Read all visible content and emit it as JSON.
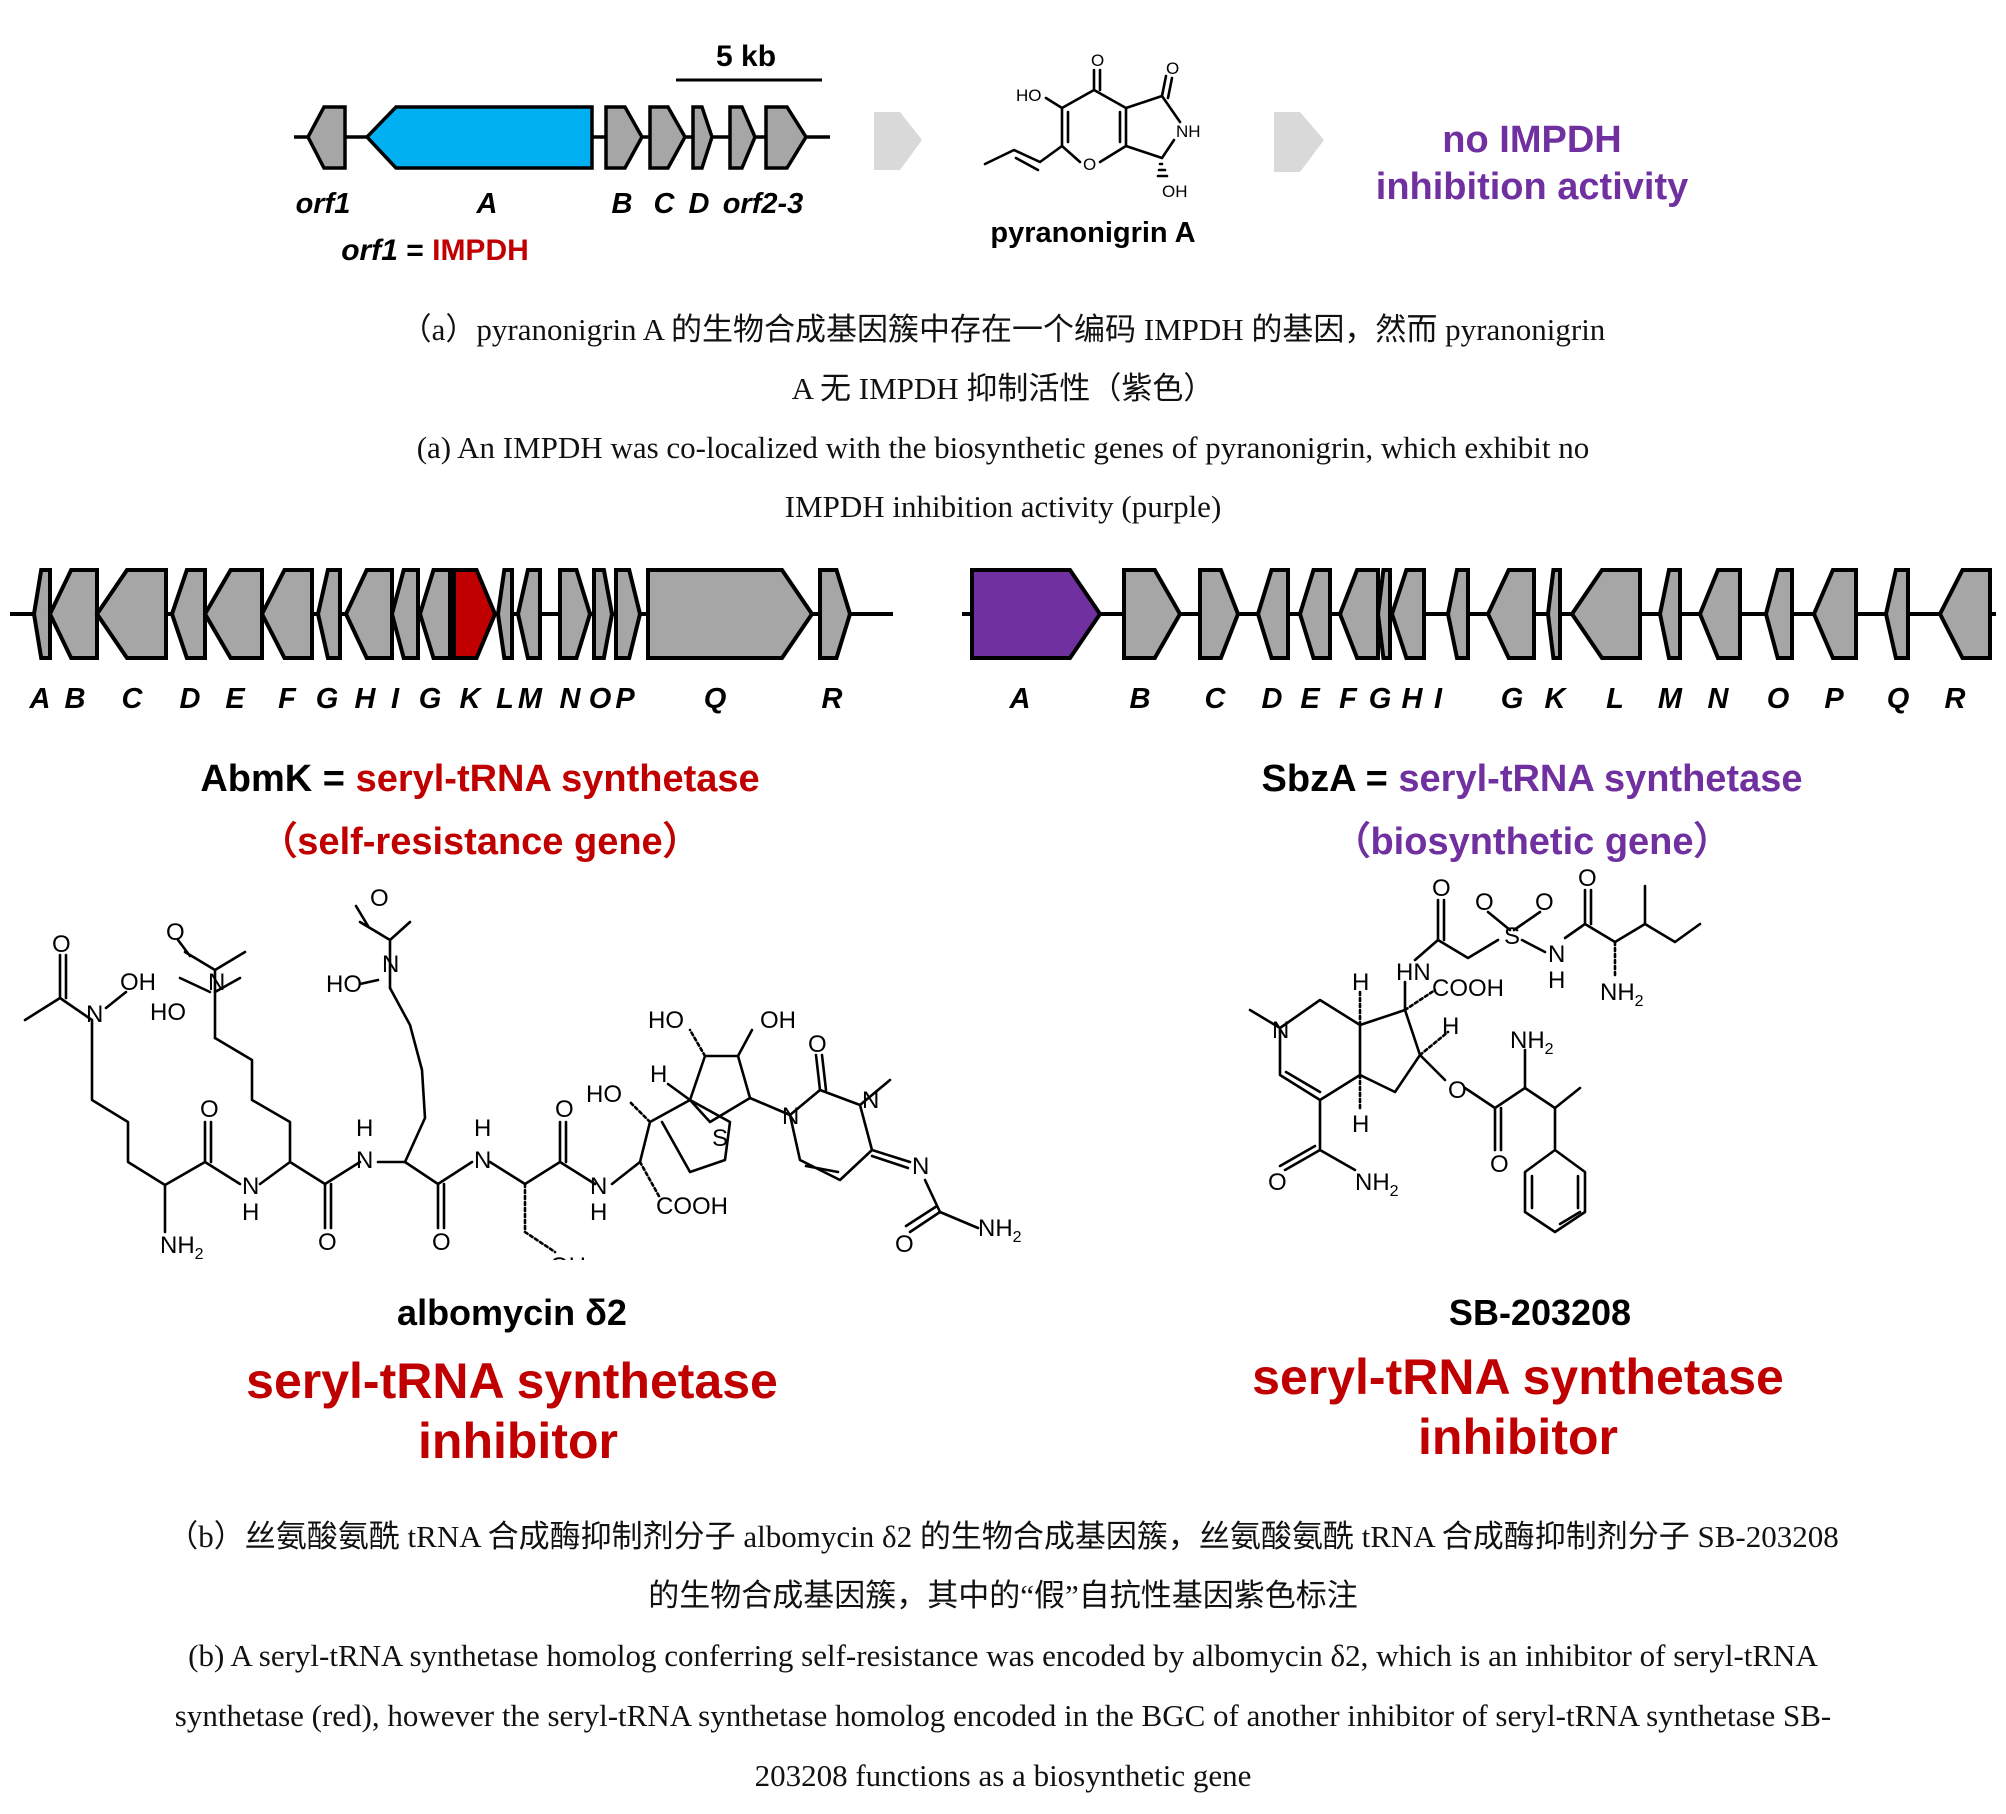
{
  "colors": {
    "self_resistance_red": "#C00000",
    "biosynthetic_purple": "#7030A0",
    "impdh_blue": "#00B0F0",
    "gene_gray": "#A6A6A6",
    "process_arrow_gray": "#D9D9D9"
  },
  "panel_a": {
    "scale_bar_label": "5 kb",
    "genes": [
      {
        "label": "orf1",
        "color": "impdh_blue_none"
      },
      {
        "label": "A"
      },
      {
        "label": "B"
      },
      {
        "label": "C"
      },
      {
        "label": "D"
      },
      {
        "label": "orf2-3"
      }
    ],
    "gene_note_prefix": "orf1",
    "gene_note_equals": " = ",
    "gene_note_value": "IMPDH",
    "compound_name": "pyranonigrin A",
    "compound_atoms": [
      "HO",
      "O",
      "O",
      "NH",
      "O",
      "OH"
    ],
    "result_line1": "no IMPDH",
    "result_line2": "inhibition activity",
    "caption_cn_line1": "（a）pyranonigrin A 的生物合成基因簇中存在一个编码 IMPDH 的基因，然而 pyranonigrin",
    "caption_cn_line2": "A 无 IMPDH 抑制活性（紫色）",
    "caption_en_line1": "(a) An IMPDH was co-localized with the biosynthetic genes of pyranonigrin, which exhibit no",
    "caption_en_line2": "IMPDH inhibition activity (purple)"
  },
  "panel_b_left": {
    "gene_labels": [
      "A",
      "B",
      "C",
      "D",
      "E",
      "F",
      "G",
      "H",
      "I",
      "G",
      "K",
      "L",
      "M",
      "N",
      "O",
      "P",
      "Q",
      "R"
    ],
    "highlight_gene": "K",
    "gene_name": "AbmK",
    "equals": " = ",
    "function": "seryl-tRNA synthetase",
    "role": "（self-resistance gene）",
    "compound_name": "albomycin δ2",
    "activity_line1": "seryl-tRNA synthetase",
    "activity_line2": "inhibitor",
    "atoms": {
      "o1": "O",
      "n_oh1": "N",
      "oh1": "OH",
      "o2": "O",
      "n2": "N",
      "ho2": "HO",
      "o3": "O",
      "n3": "N",
      "ho3": "HO",
      "o4": "O",
      "nh2_1": "NH",
      "nh2_1_sub": "2",
      "nh_a": "N",
      "h_a": "H",
      "o5": "O",
      "h_b": "H",
      "n_b": "N",
      "o6": "O",
      "h_c": "H",
      "n_c": "N",
      "o7": "O",
      "oh_ser": "OH",
      "n_d": "N",
      "h_d": "H",
      "cooh": "COOH",
      "ho_side": "HO",
      "h_ring": "H",
      "ho_r1": "HO",
      "oh_r2": "OH",
      "s": "S",
      "n1_base": "N",
      "o_base": "O",
      "n3_base": "N",
      "n_imine": "N",
      "o_urea": "O",
      "nh2_urea": "NH",
      "nh2_urea_sub": "2"
    }
  },
  "panel_b_right": {
    "gene_labels": [
      "A",
      "B",
      "C",
      "D",
      "E",
      "F",
      "G",
      "H",
      "I",
      "G",
      "K",
      "L",
      "M",
      "N",
      "O",
      "P",
      "Q",
      "R"
    ],
    "highlight_gene": "A",
    "gene_name": "SbzA",
    "equals": " = ",
    "function": "seryl-tRNA synthetase",
    "role": "（biosynthetic gene）",
    "compound_name": "SB-203208",
    "activity_line1": "seryl-tRNA synthetase",
    "activity_line2": "inhibitor",
    "atoms": {
      "o_a": "O",
      "o_s1": "O",
      "o_s2": "O",
      "s": "S",
      "o_b": "O",
      "hn": "HN",
      "n_sul": "N",
      "h_sul": "H",
      "cooh": "COOH",
      "h1": "H",
      "h2": "H",
      "n_ring": "N",
      "nh2_ile": "NH",
      "nh2_ile_sub": "2",
      "nh2_phe": "NH",
      "nh2_phe_sub": "2",
      "o_ester": "O",
      "h3": "H",
      "o_carb": "O",
      "o_amide": "O",
      "nh2_amide": "NH",
      "nh2_amide_sub": "2"
    }
  },
  "panel_b_caption": {
    "cn_line1": "（b）丝氨酸氨酰 tRNA 合成酶抑制剂分子 albomycin δ2 的生物合成基因簇，丝氨酸氨酰 tRNA 合成酶抑制剂分子 SB-203208",
    "cn_line2": "的生物合成基因簇，其中的“假”自抗性基因紫色标注",
    "en_line1": "(b) A seryl-tRNA synthetase homolog conferring self-resistance was encoded by albomycin δ2, which is an inhibitor of seryl-tRNA",
    "en_line2": "synthetase (red), however the seryl-tRNA synthetase homolog encoded in the BGC of another inhibitor of seryl-tRNA synthetase SB-",
    "en_line3": "203208 functions as a biosynthetic gene"
  }
}
